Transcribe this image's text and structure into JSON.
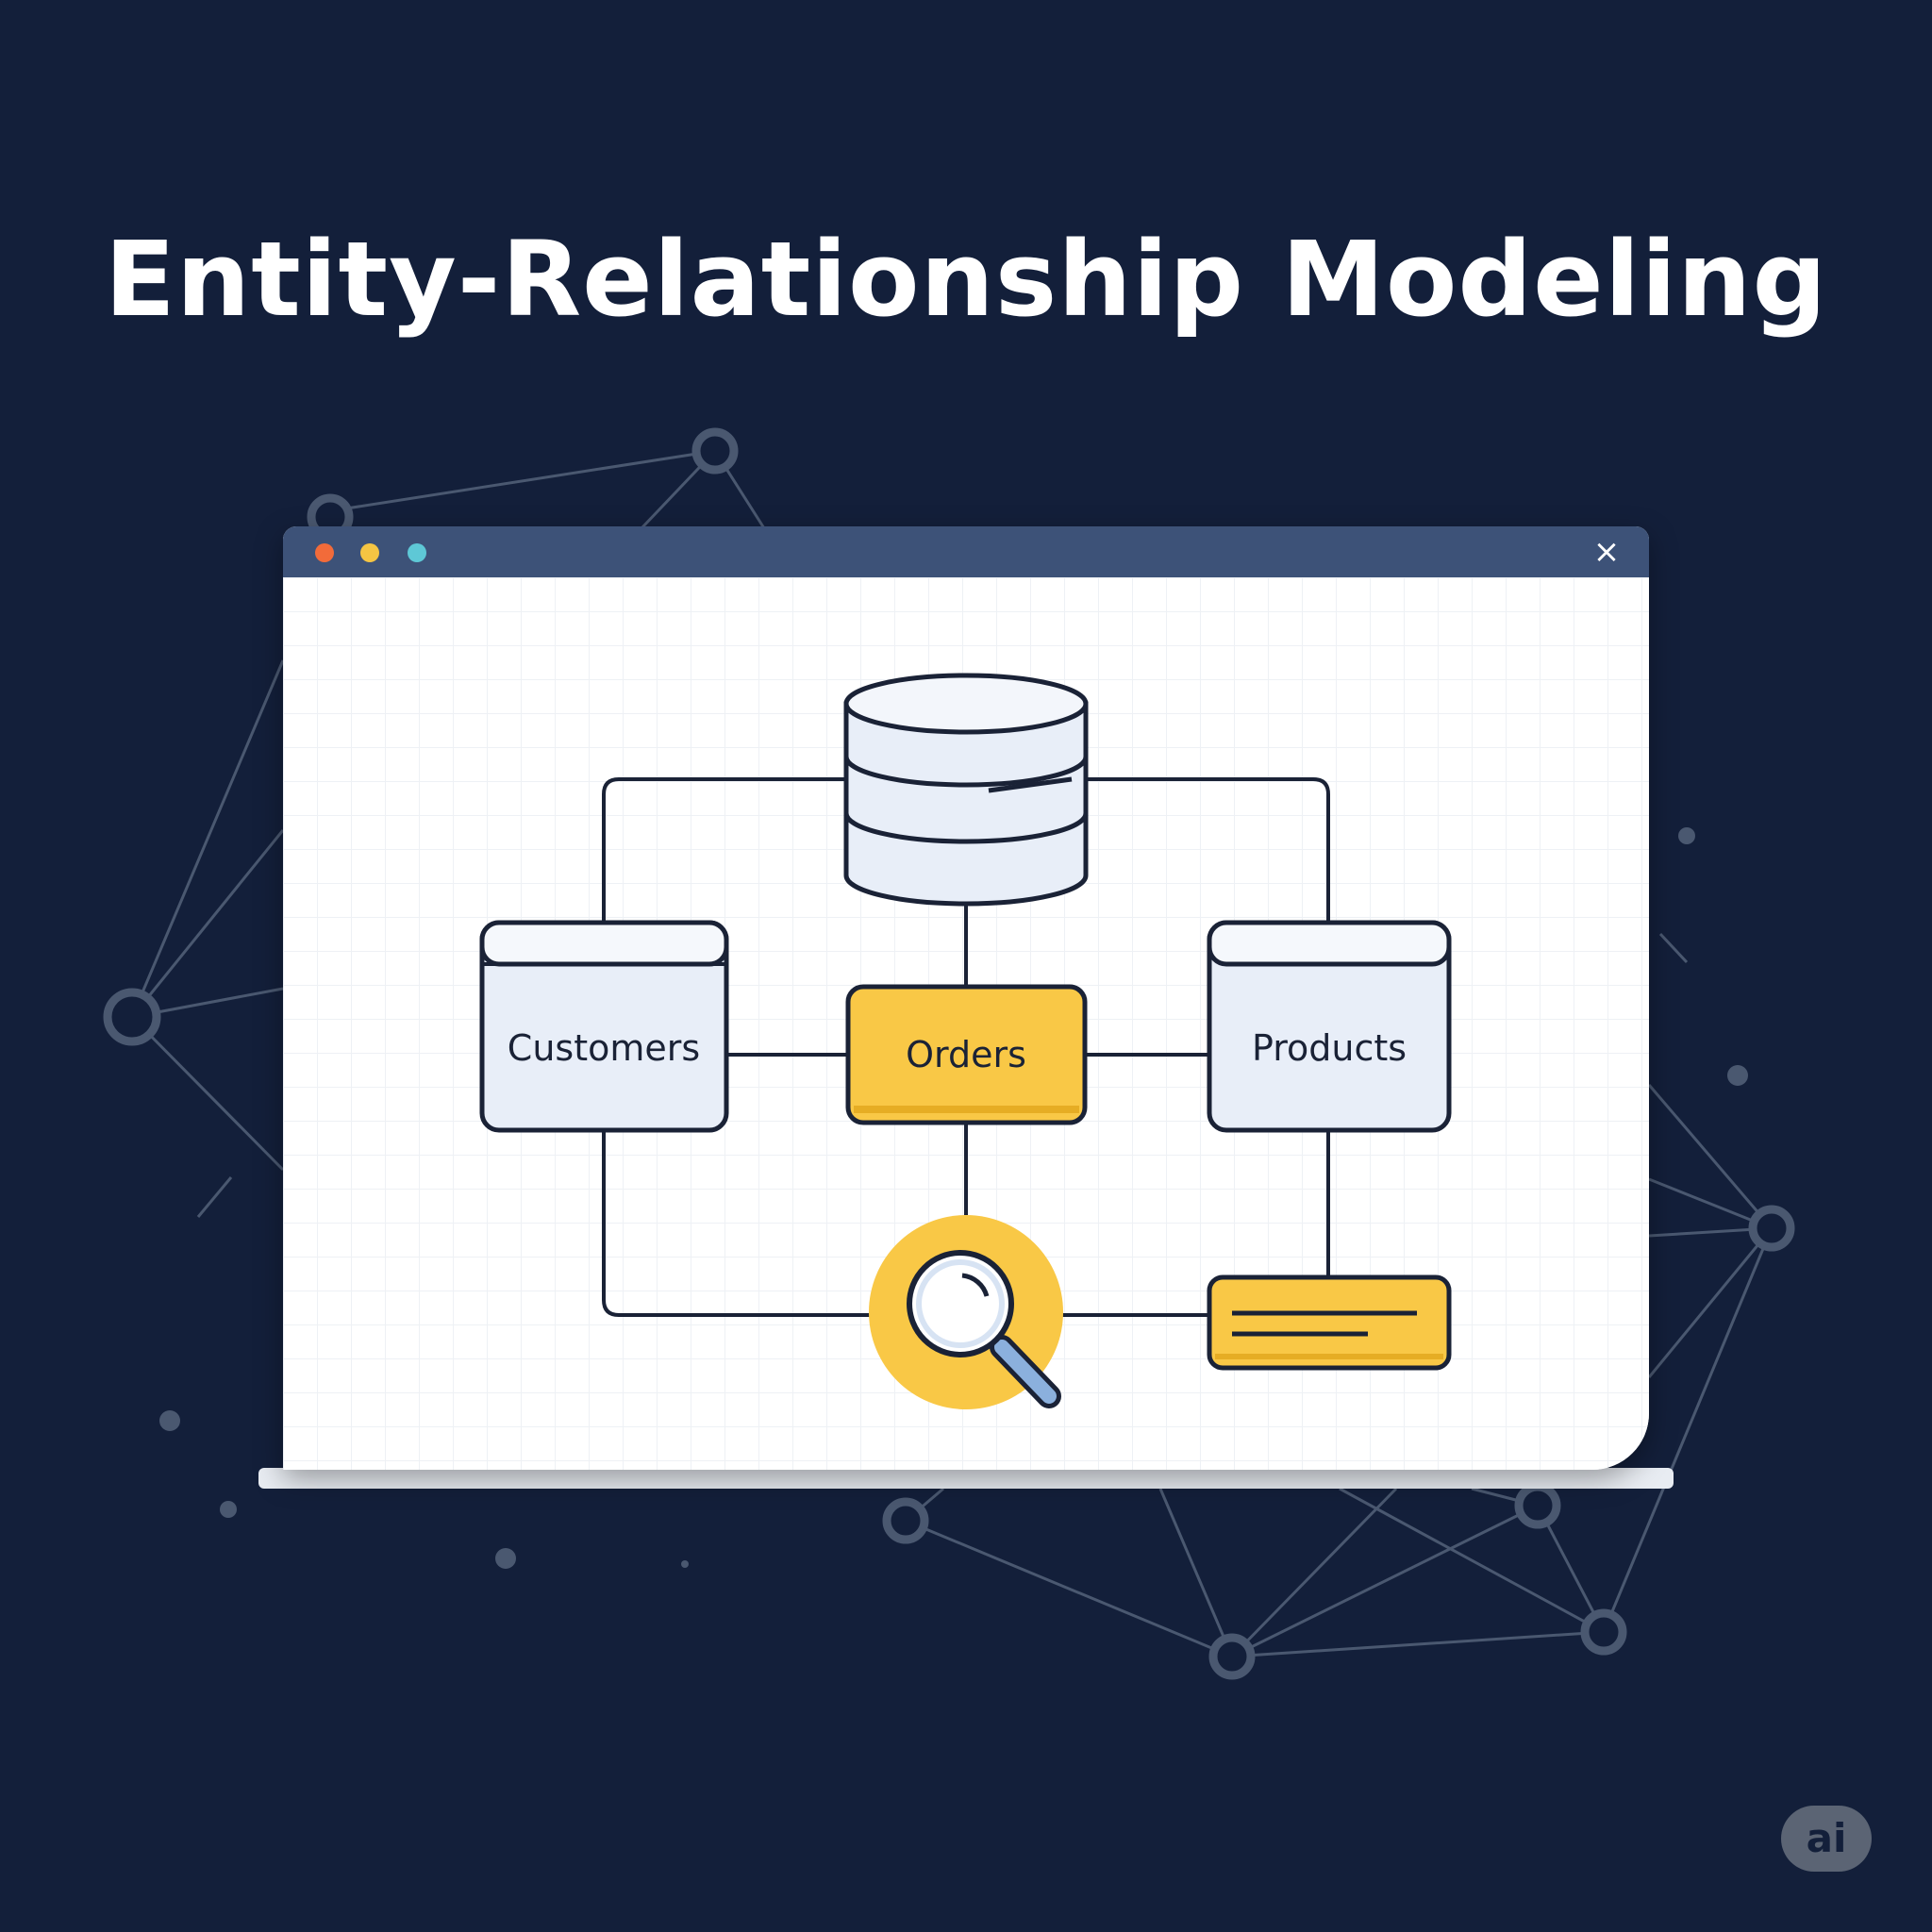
{
  "title": "Entity-Relationship Modeling",
  "window": {
    "controls": [
      "close-dot",
      "minimize-dot",
      "maximize-dot"
    ],
    "close_glyph": "×"
  },
  "entities": {
    "customers": "Customers",
    "orders": "Orders",
    "products": "Products"
  },
  "icons": [
    "database-icon",
    "magnifier-icon",
    "note-card-icon",
    "close-icon"
  ],
  "badge": "ai",
  "colors": {
    "background": "#131f3a",
    "titlebar": "#3d5278",
    "accent_yellow": "#f9c846",
    "entity_fill": "#e8eef8",
    "stroke": "#1a2236"
  }
}
